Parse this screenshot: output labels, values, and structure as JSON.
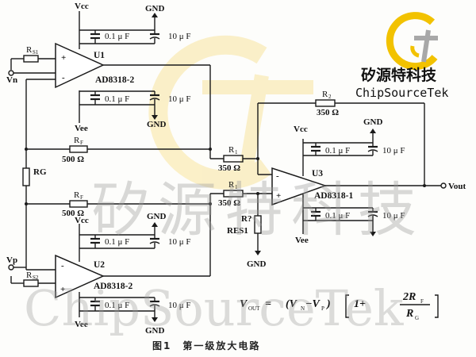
{
  "brand": {
    "name_cn": "矽源特科技",
    "name_en": "ChipSourceTek"
  },
  "watermark": {
    "cn": "矽源特科技",
    "en": "ChipSourceTek"
  },
  "colors": {
    "logo_yellow": "#f2c200",
    "logo_gray": "#a8a8a8",
    "wire": "#1a1a1a"
  },
  "labels": {
    "vcc": "Vcc",
    "vee": "Vee",
    "gnd": "GND",
    "cap_small": "0.1 μ F",
    "cap_large": "10 μ F",
    "plus": "+",
    "minus": "-"
  },
  "amps": {
    "u1": {
      "ref": "U1",
      "part": "AD8318-2"
    },
    "u2": {
      "ref": "U2",
      "part": "AD8318-2"
    },
    "u3": {
      "ref": "U3",
      "part": "AD8318-1"
    }
  },
  "resistors": {
    "r1_top": {
      "name": "R",
      "sub": "1",
      "value": "350 Ω"
    },
    "r1_bot": {
      "name": "R",
      "sub": "1",
      "value": "350 Ω"
    },
    "r2": {
      "name": "R",
      "sub": "2",
      "value": "350 Ω"
    },
    "rf_top": {
      "name": "R",
      "sub": "F",
      "value": "500 Ω"
    },
    "rf_bot": {
      "name": "R",
      "sub": "F",
      "value": "500 Ω"
    },
    "rg": {
      "name": "RG"
    },
    "res1": {
      "name": "R?",
      "value": "RES1"
    },
    "rs_top": {
      "name": "R",
      "sub": "S1"
    },
    "rs_bot": {
      "name": "R",
      "sub": "S2"
    }
  },
  "ports": {
    "vn": "Vn",
    "vp": "Vp",
    "vout": "Vout"
  },
  "formula": {
    "lhs": "V",
    "lhs_sub": "OUT",
    "eq": "=",
    "mid": "(V",
    "mid_sub1": "N",
    "dash": "−V",
    "mid_sub2": "P",
    "close": ")",
    "one_plus": "1+",
    "num": "2R",
    "num_sub": "F",
    "den": "R",
    "den_sub": "G"
  },
  "caption": "图1　第一级放大电路"
}
